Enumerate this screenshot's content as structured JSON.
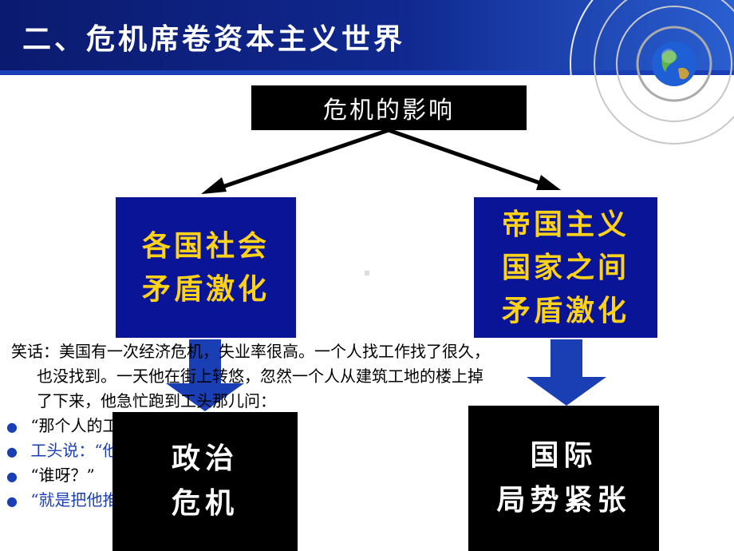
{
  "header": {
    "title": "二、危机席卷资本主义世界"
  },
  "diagram": {
    "top_box": "危机的影响",
    "left_box": [
      "各国社会",
      "矛盾激化"
    ],
    "right_box": [
      "帝国主义",
      "国家之间",
      "矛盾激化"
    ],
    "bottom_left_box": [
      "政治",
      "危机"
    ],
    "bottom_right_box": [
      "国际",
      "局势紧张"
    ]
  },
  "joke": {
    "line1": "笑话：美国有一次经济危机，失业率很高。一个人找工作找了很久，",
    "line2": "也没找到。一天他在街上转悠，忽然一个人从建筑工地的楼上掉",
    "line3": "了下来，他急忙跑到工头那儿问：",
    "bullet1": "“那个人的工作我可以接替吗？”",
    "bullet2": "工头说：“他的工作已经有人接替了。”",
    "bullet3": "“谁呀？”",
    "bullet4": "“就是把他推下来的那个人呗！”"
  },
  "colors": {
    "header": "#10288f",
    "blue_box": "#0a1496",
    "box_text": "#ffd21a",
    "arrow": "#1a3fb5"
  }
}
